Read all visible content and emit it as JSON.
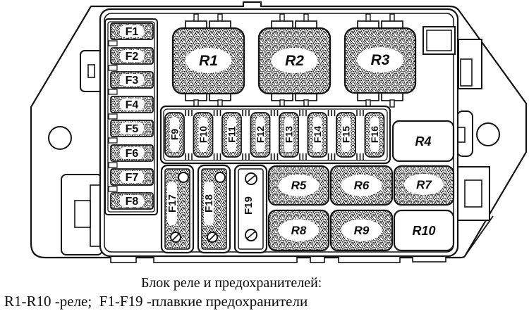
{
  "box": {
    "fuses_left": [
      "F1",
      "F2",
      "F3",
      "F4",
      "F5",
      "F6",
      "F7",
      "F8"
    ],
    "fuses_mid": [
      "F9",
      "F10",
      "F11",
      "F12",
      "F13",
      "F14",
      "F15",
      "F16"
    ],
    "fuses_vert": [
      "F17",
      "F18",
      "F19"
    ],
    "relays_top": [
      "R1",
      "R2",
      "R3"
    ],
    "relay_right": "R4",
    "relays_grid": [
      "R5",
      "R6",
      "R7",
      "R8",
      "R9",
      "R10"
    ]
  },
  "caption": {
    "title": "Блок реле и предохранителей:",
    "legend": "R1-R10 -реле;  F1-F19 -плавкие предохранители"
  },
  "colors": {
    "line": "#141414",
    "background": "#ffffff"
  }
}
